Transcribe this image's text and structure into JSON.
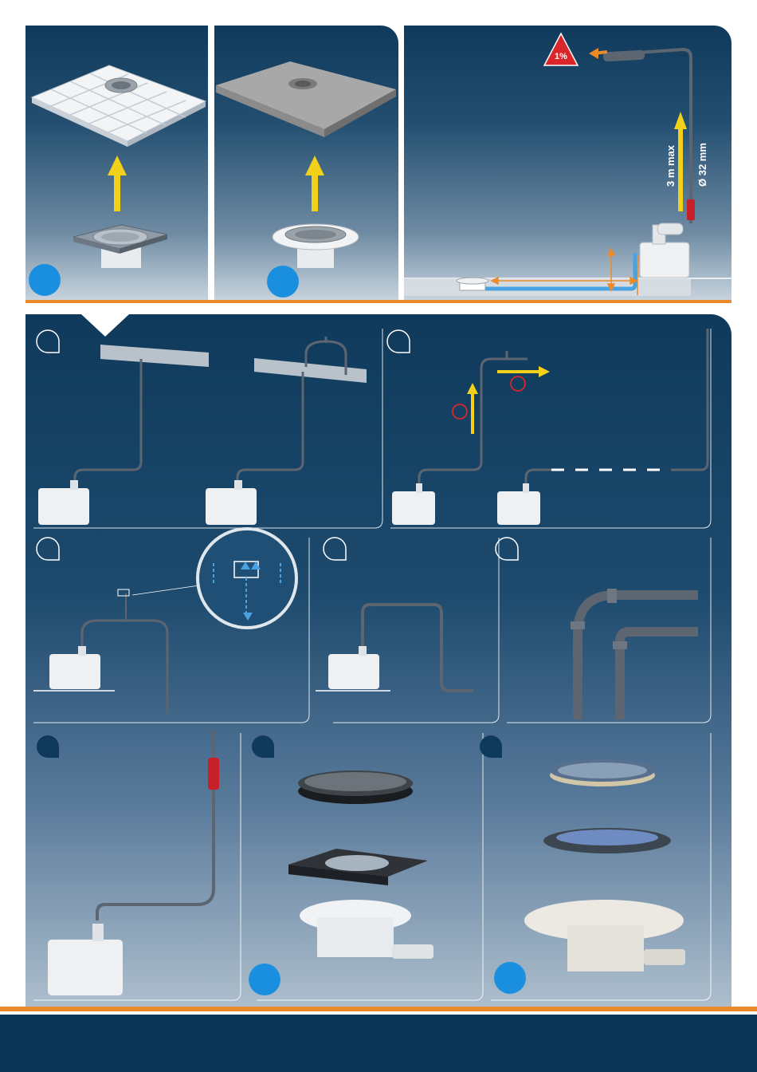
{
  "install_diagram": {
    "height_label": "3 m max",
    "diameter_label": "Ø 32 mm",
    "slope_label": "1%"
  },
  "colors": {
    "panel_dark": "#0f3a5c",
    "accent_orange": "#ec8a2a",
    "arrow_yellow": "#f3d11a",
    "badge_blue": "#1a8fe0",
    "water_blue": "#4aa3e0",
    "warn_red": "#d9262a"
  },
  "icons": [
    "warning-triangle-icon",
    "up-arrow-icon",
    "left-arrow-icon",
    "right-arrow-icon",
    "circle-marker-icon",
    "step-badge-icon"
  ]
}
